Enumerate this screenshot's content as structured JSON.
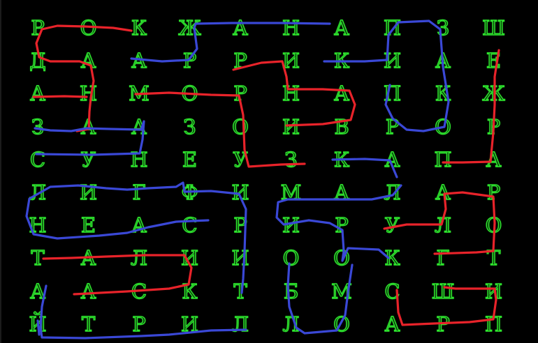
{
  "grid": [
    [
      "Р",
      "О",
      "К",
      "Ж",
      "А",
      "Н",
      "А",
      "П",
      "З",
      "Ш"
    ],
    [
      "Д",
      "А",
      "А",
      "Р",
      "Р",
      "И",
      "К",
      "И",
      "А",
      "Е"
    ],
    [
      "А",
      "Н",
      "М",
      "О",
      "Р",
      "Н",
      "А",
      "П",
      "К",
      "Ж"
    ],
    [
      "З",
      "А",
      "А",
      "З",
      "О",
      "И",
      "В",
      "Р",
      "О",
      "Р"
    ],
    [
      "С",
      "У",
      "Н",
      "Е",
      "У",
      "З",
      "К",
      "А",
      "П",
      "А"
    ],
    [
      "Л",
      "И",
      "Г",
      "Ф",
      "И",
      "М",
      "А",
      "Л",
      "А",
      "Р"
    ],
    [
      "Н",
      "Е",
      "А",
      "С",
      "Р",
      "И",
      "Р",
      "У",
      "Л",
      "О"
    ],
    [
      "Т",
      "А",
      "Л",
      "И",
      "И",
      "О",
      "О",
      "К",
      "Г",
      "Т"
    ],
    [
      "А",
      "А",
      "С",
      "К",
      "Т",
      "Б",
      "М",
      "С",
      "Ш",
      "И"
    ],
    [
      "Й",
      "Т",
      "Р",
      "И",
      "Л",
      "Л",
      "О",
      "А",
      "Р",
      "П"
    ]
  ],
  "colors": {
    "red": "#e8232a",
    "blue": "#3a48d6"
  }
}
